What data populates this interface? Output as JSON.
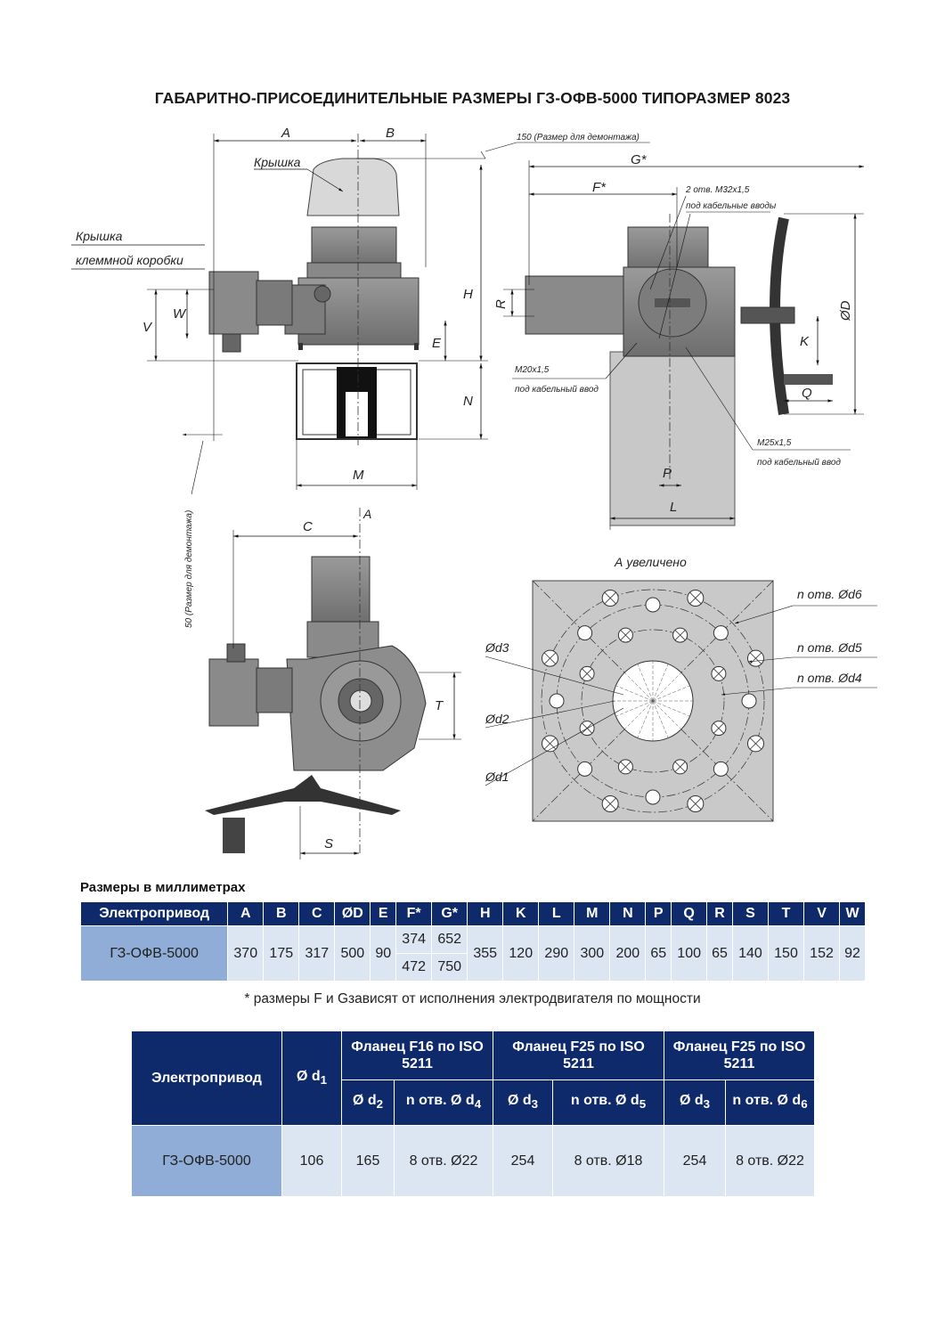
{
  "title": "ГАБАРИТНО-ПРИСОЕДИНИТЕЛЬНЫЕ РАЗМЕРЫ ГЗ-ОФВ-5000 ТИПОРАЗМЕР 8023",
  "drawing": {
    "labels": {
      "A": "A",
      "B": "B",
      "C": "C",
      "E": "E",
      "F": "F*",
      "G": "G*",
      "H": "H",
      "K": "K",
      "L": "L",
      "M": "M",
      "N": "N",
      "P": "P",
      "Q": "Q",
      "R": "R",
      "S": "S",
      "T": "T",
      "V": "V",
      "W": "W",
      "D": "ØD",
      "view_arrow": "A",
      "cover": "Крышка",
      "terminal_cover_1": "Крышка",
      "terminal_cover_2": "клеммной коробки",
      "dismount_150": "150 (Размер для демонтажа)",
      "dismount_50": "50 (Размер для демонтажа)",
      "m32": "2 отв. M32x1,5",
      "m32_sub": "под кабельные вводы",
      "m20": "M20x1,5",
      "m20_sub": "под кабельный ввод",
      "m25": "M25x1,5",
      "m25_sub": "под кабельный ввод",
      "view_a": "А увеличено",
      "d1": "Ød1",
      "d2": "Ød2",
      "d3": "Ød3",
      "d4": "n отв. Ød4",
      "d5": "n отв. Ød5",
      "d6": "n отв. Ød6"
    }
  },
  "units_caption": "Размеры в миллиметрах",
  "table1": {
    "headers": [
      "Электропривод",
      "A",
      "B",
      "C",
      "ØD",
      "E",
      "F*",
      "G*",
      "H",
      "K",
      "L",
      "M",
      "N",
      "P",
      "Q",
      "R",
      "S",
      "T",
      "V",
      "W"
    ],
    "row": {
      "name": "ГЗ-ОФВ-5000",
      "A": "370",
      "B": "175",
      "C": "317",
      "D": "500",
      "E": "90",
      "F1": "374",
      "F2": "472",
      "G1": "652",
      "G2": "750",
      "H": "355",
      "K": "120",
      "L": "290",
      "M": "300",
      "N": "200",
      "P": "65",
      "Q": "100",
      "R": "65",
      "S": "140",
      "T": "150",
      "V": "152",
      "W": "92"
    }
  },
  "footnote": "* размеры F и Gзависят от исполнения электродвигателя по мощности",
  "table2": {
    "h_drive": "Электропривод",
    "h_d1": "Ø d",
    "h_d1_sub": "1",
    "group1": "Фланец F16 по ISO 5211",
    "group2": "Фланец F25 по ISO 5211",
    "group3": "Фланец F25 по ISO 5211",
    "h_d2": "Ø d",
    "h_d2_sub": "2",
    "h_n_d4": "n отв. Ø d",
    "h_n_d4_sub": "4",
    "h_d3a": "Ø d",
    "h_d3a_sub": "3",
    "h_n_d5": "n отв. Ø d",
    "h_n_d5_sub": "5",
    "h_d3b": "Ø d",
    "h_d3b_sub": "3",
    "h_n_d6": "n отв. Ø d",
    "h_n_d6_sub": "6",
    "row": {
      "name": "ГЗ-ОФВ-5000",
      "d1": "106",
      "d2": "165",
      "n_d4": "8 отв. Ø22",
      "d3a": "254",
      "n_d5": "8 отв. Ø18",
      "d3b": "254",
      "n_d6": "8 отв. Ø22"
    }
  },
  "colors": {
    "header_bg": "#0e2a6b",
    "row_head_bg": "#8fadd6",
    "cell_bg": "#dce5f2",
    "body_gray": "#8a8a8a"
  }
}
